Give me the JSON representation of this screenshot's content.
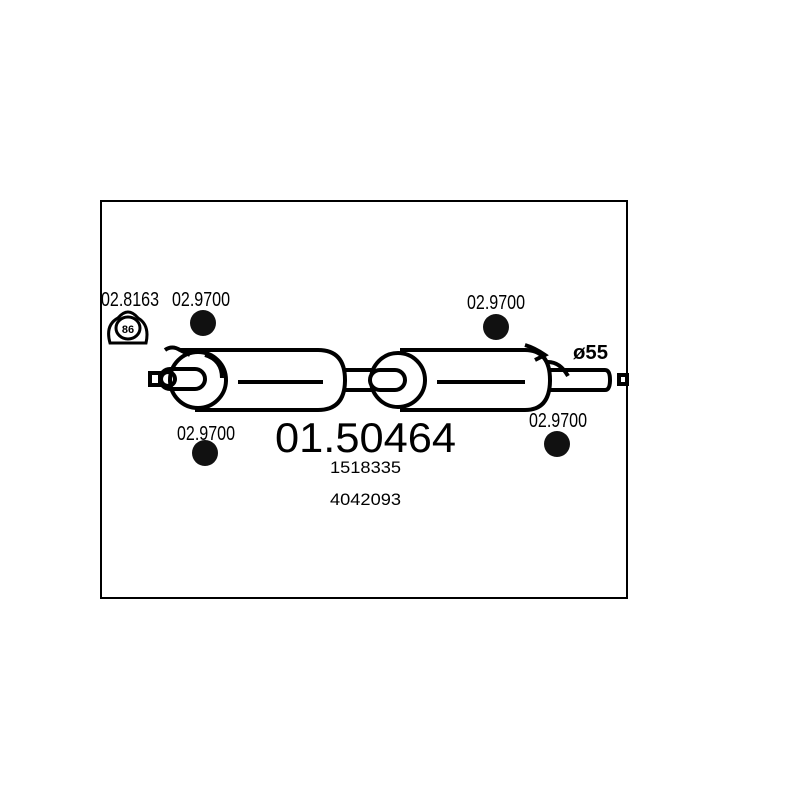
{
  "part_number": "01.50464",
  "oe_references": [
    "1518335",
    "4042093"
  ],
  "diameter_label": "ø55",
  "accessories": {
    "clamp": {
      "code": "02.8163",
      "size": "86"
    },
    "hanger_top_left": "02.9700",
    "hanger_bottom_left": "02.9700",
    "hanger_top_right": "02.9700",
    "hanger_bottom_right": "02.9700"
  }
}
